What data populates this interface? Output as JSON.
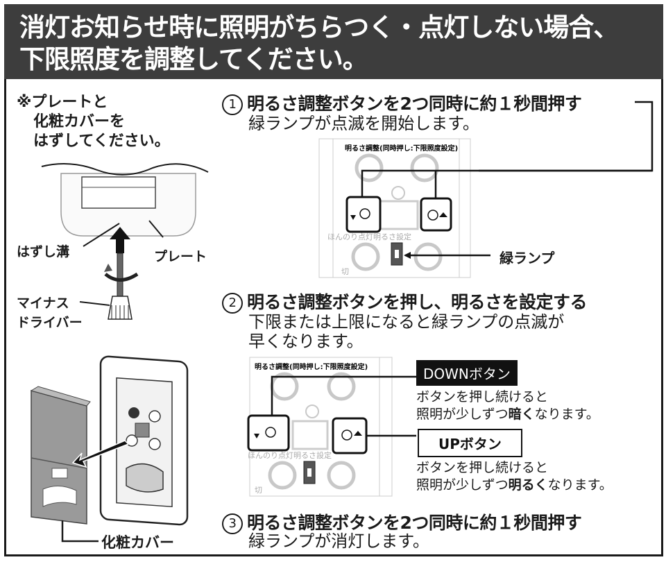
{
  "header": {
    "line1": "消灯お知らせ時に照明がちらつく・点灯しない場合、",
    "line2": "下限照度を調整してください。"
  },
  "left_panel": {
    "note_line1": "※プレートと",
    "note_line2": "化粧カバーを",
    "note_line3": "はずしてください。",
    "labels": {
      "groove": "はずし溝",
      "plate": "プレート",
      "screwdriver_line1": "マイナス",
      "screwdriver_line2": "ドライバー",
      "cover": "化粧カバー"
    }
  },
  "steps": [
    {
      "number": "1",
      "title": "明るさ調整ボタンを2つ同時に約１秒間押す",
      "description": [
        "緑ランプが点滅を開始します。"
      ]
    },
    {
      "number": "2",
      "title": "明るさ調整ボタンを押し、明るさを設定する",
      "description": [
        "下限または上限になると緑ランプの点滅が",
        "早くなります。"
      ]
    },
    {
      "number": "3",
      "title": "明るさ調整ボタンを2つ同時に約１秒間押す",
      "description": [
        "緑ランプが消灯します。"
      ]
    }
  ],
  "device_panel": {
    "caption": "明るさ調整(同時押し:下限照度設定)",
    "sub_label": "ほんのり点灯明るさ設定",
    "off_label": "切",
    "green_lamp_label": "緑ランプ"
  },
  "callouts": {
    "down": {
      "label": "DOWNボタン",
      "line1": "ボタンを押し続けると",
      "line2_prefix": "照明が少しずつ",
      "line2_emph": "暗く",
      "line2_suffix": "なります。"
    },
    "up": {
      "label": "UPボタン",
      "line1": "ボタンを押し続けると",
      "line2_prefix": "照明が少しずつ",
      "line2_emph": "明るく",
      "line2_suffix": "なります。"
    }
  },
  "colors": {
    "header_bg": "#3d3d3d",
    "text": "#1a1a1a",
    "device_gray": "#bdbdbd",
    "lamp_dark": "#555555"
  }
}
